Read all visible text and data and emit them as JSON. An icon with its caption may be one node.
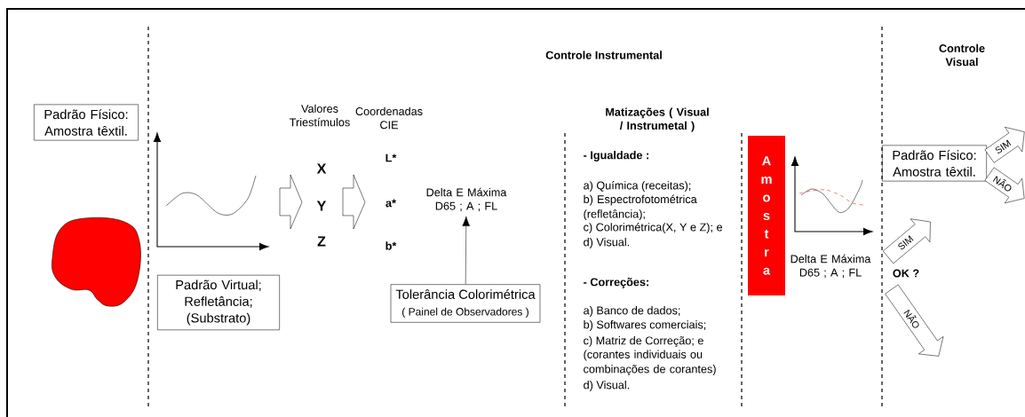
{
  "diagram": {
    "nodes": [
      {
        "text": [
          "Padrão Físico: Amostra têxtil."
        ]
      },
      {
        "text": [
          "Padrão Virtual; Refletância; (Substrato)"
        ]
      },
      {
        "text": [
          "Delta E Máxima D65 ; A ; FL"
        ]
      },
      {
        "text": [
          "Tolerância Colorimétrica",
          "( Painel de Observadores )"
        ]
      },
      {
        "text": [
          "Amostra"
        ]
      },
      {
        "text": [
          "Padrão Físico: Amostra têxtil."
        ]
      },
      {
        "text": [
          "OK ?"
        ]
      },
      {
        "text": [],
        "shape": "blob"
      }
    ],
    "edges": [
      {
        "from": 3,
        "to": 2,
        "arrow": "to"
      },
      {
        "from": 5,
        "to": null,
        "arrow": "to",
        "label": "SIM"
      },
      {
        "from": 5,
        "to": null,
        "arrow": "to",
        "label": "NÃO"
      },
      {
        "from": 6,
        "to": null,
        "arrow": "to",
        "label": "SIM"
      },
      {
        "from": 6,
        "to": null,
        "arrow": "to",
        "label": "NÃO"
      }
    ],
    "labels": [
      "Controle Instrumental",
      "Controle Visual",
      "Valores Triestímulos",
      "Coordenadas CIE",
      "Matizações ( Visual / Instrumetal )",
      "L*",
      "- Igualdade :",
      "X",
      "a) Química (receitas);",
      "Y",
      "a*",
      "b) Espectrofotométrica (refletância);",
      "c) Colorimétrica(X, Y e Z); e",
      "Z",
      "b*",
      "d) Visual.",
      "Delta E Máxima D65 ; A ; FL",
      "- Correções:",
      "a) Banco de dados;",
      "b) Softwares comerciais;",
      "c) Matriz de Correção; e",
      "(corantes individuais ou combinações de corantes)",
      "d) Visual."
    ]
  }
}
